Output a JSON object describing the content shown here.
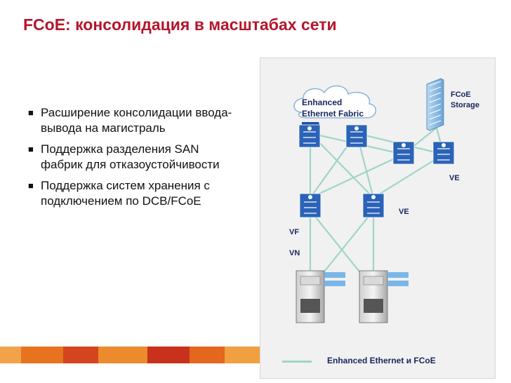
{
  "title": "FCoE: консолидация в масштабах сети",
  "bullets": [
    "Расширение консолидации ввода-вывода на магистраль",
    "Поддержка разделения SAN фабрик для отказоустойчивости",
    "Поддержка систем хранения с подключением по DCB/FCoE"
  ],
  "diagram": {
    "cloud_label_1": "Enhanced",
    "cloud_label_2": "Ethernet Fabric",
    "storage_label_1": "FCoE",
    "storage_label_2": "Storage",
    "ve_label_1": "VE",
    "ve_label_2": "VE",
    "vf_label": "VF",
    "vn_label": "VN",
    "legend_label": "Enhanced Ethernet и FCoE"
  },
  "colors": {
    "title": "#b5162b",
    "link": "#9fd6c6",
    "switch": "#1f4fa0",
    "accent_orange": "#e8731e",
    "label_navy": "#16265e"
  }
}
